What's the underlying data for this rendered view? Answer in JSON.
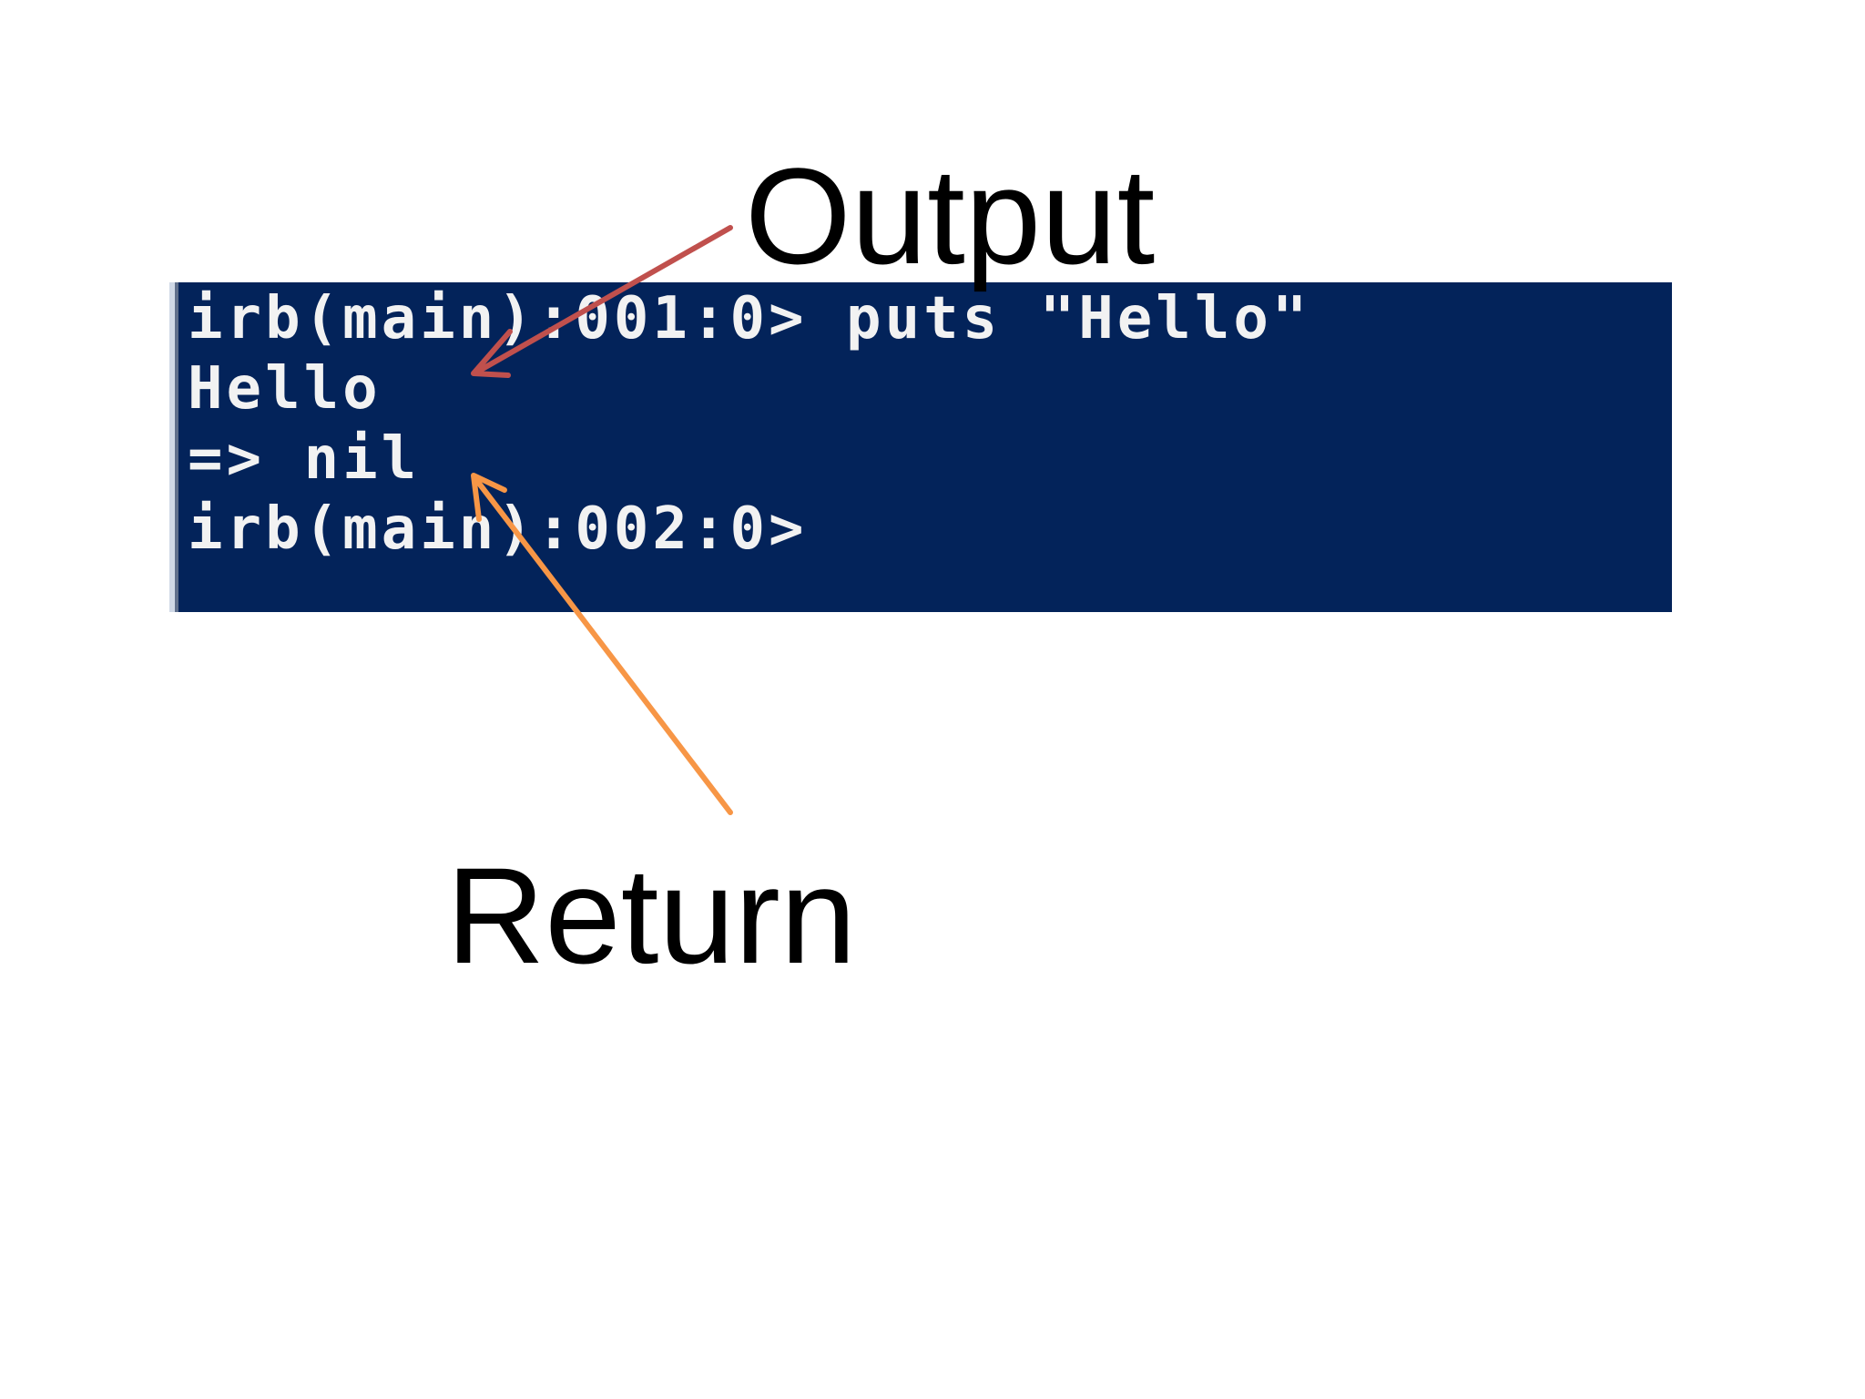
{
  "callouts": {
    "output": "Output",
    "return": "Return"
  },
  "console": {
    "lines": [
      "irb(main):001:0> puts \"Hello\"",
      "Hello",
      "=> nil",
      "irb(main):002:0>"
    ]
  },
  "colors": {
    "console_background": "#03235a",
    "console_text": "#f2f2f2",
    "output_arrow": "#c0504d",
    "return_arrow": "#f79646"
  }
}
